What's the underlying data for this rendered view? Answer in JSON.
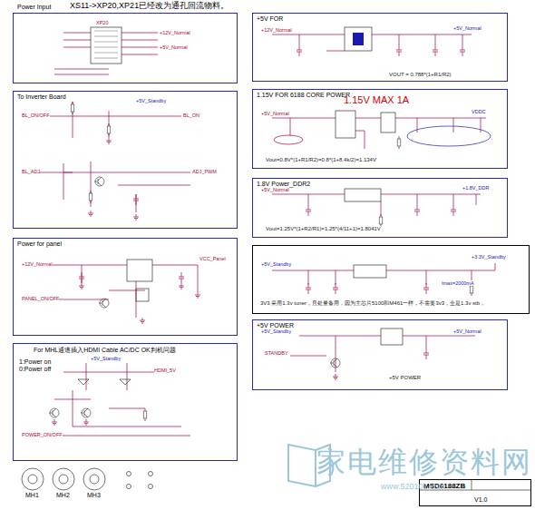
{
  "diagram": {
    "nodes": [
      {
        "text": [
          "Power Input",
          "XS11->XP20,XP21已经改为通孔回流物料。"
        ]
      },
      {
        "text": [
          "To Inverter Board"
        ]
      },
      {
        "text": [
          "Power for panel"
        ]
      },
      {
        "text": [
          "For MHL通道插入HDMI Cable AC/DC OK判机问题",
          "1:Power on 0:Power off"
        ]
      },
      {
        "text": [
          "+5V FOR",
          "VOUT = 0.788*(1+R1/R2)"
        ]
      },
      {
        "text": [
          "1.15V FOR 6188 CORE POWER",
          "1.15V  MAX 1A",
          "Vout=0.8V*(1+R1/R2)=0.8*(1+8.4k/2)=1.134V"
        ]
      },
      {
        "text": [
          "1.8V Power_DDR2",
          "Vout=1.25V*(1+R2/R1)=1.25*(4/11+1)=1.8041V"
        ]
      },
      {
        "text": [
          "Imax=2000mA",
          "3V3 采用1.3v tuner，且处量备用，因为主芯片5100和M461一样，不需要3v3，全是1.3v stb，"
        ]
      },
      {
        "text": [
          "+5V POWER",
          "+5V POWER"
        ]
      },
      {
        "text": [
          "MSD6188ZB",
          "V1.0"
        ]
      }
    ],
    "labels": [
      "XP20",
      "+12V_Normal",
      "+5V_Normal",
      "BL_ON/OFF",
      "BL_ADJ",
      "BL_ON",
      "ADJ_PWM",
      "+5V_Standby",
      "VCC_Panel",
      "PANEL_ON/OFF",
      "+12V_Normal",
      "+5V_Standby",
      "POWER_ON/OFF",
      "HDMI_5V",
      "+12V_Normal",
      "+5V_Normal",
      "+5V_Normal",
      "VDDC",
      "+5V_Normal",
      "+1.8V_DDR",
      "+5V_Standby",
      "+3.3V_Standby",
      "+5V_Standby",
      "+5V_Normal",
      "STANDBY",
      "MH1",
      "MH2",
      "MH3",
      "家电维修资料网",
      "www.520101.com"
    ]
  }
}
